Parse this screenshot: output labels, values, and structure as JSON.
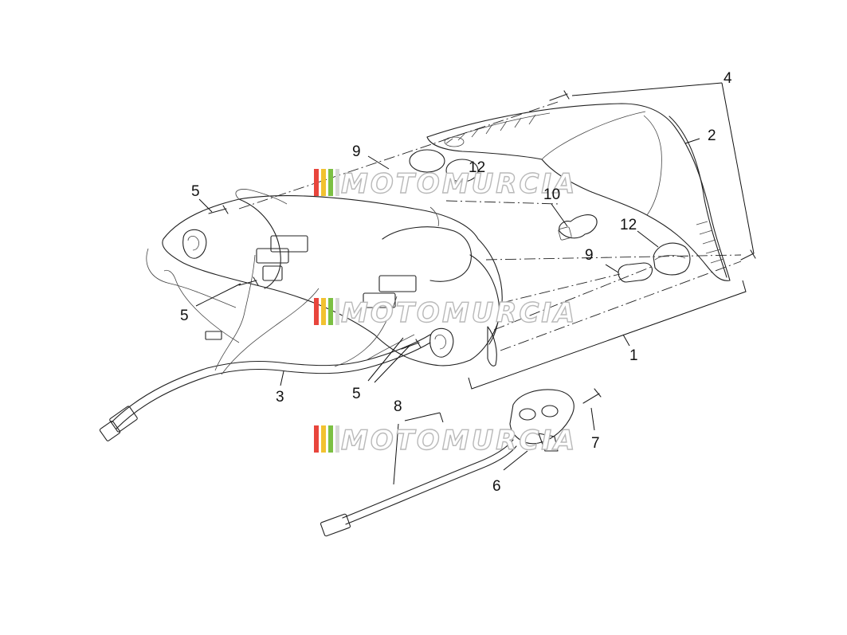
{
  "diagram": {
    "callouts": [
      {
        "id": "c1",
        "label": "1"
      },
      {
        "id": "c2",
        "label": "2"
      },
      {
        "id": "c3",
        "label": "3"
      },
      {
        "id": "c4",
        "label": "4"
      },
      {
        "id": "c5a",
        "label": "5"
      },
      {
        "id": "c5b",
        "label": "5"
      },
      {
        "id": "c5c",
        "label": "5"
      },
      {
        "id": "c6",
        "label": "6"
      },
      {
        "id": "c7",
        "label": "7"
      },
      {
        "id": "c8",
        "label": "8"
      },
      {
        "id": "c9a",
        "label": "9"
      },
      {
        "id": "c9b",
        "label": "9"
      },
      {
        "id": "c10",
        "label": "10"
      },
      {
        "id": "c12a",
        "label": "12"
      },
      {
        "id": "c12b",
        "label": "12"
      }
    ]
  },
  "watermark": {
    "text": "MOTOMURCIA",
    "stripe_colors": [
      "#e8453c",
      "#f2c230",
      "#7cc043"
    ]
  },
  "colors": {
    "line": "#222222",
    "background": "#ffffff"
  }
}
